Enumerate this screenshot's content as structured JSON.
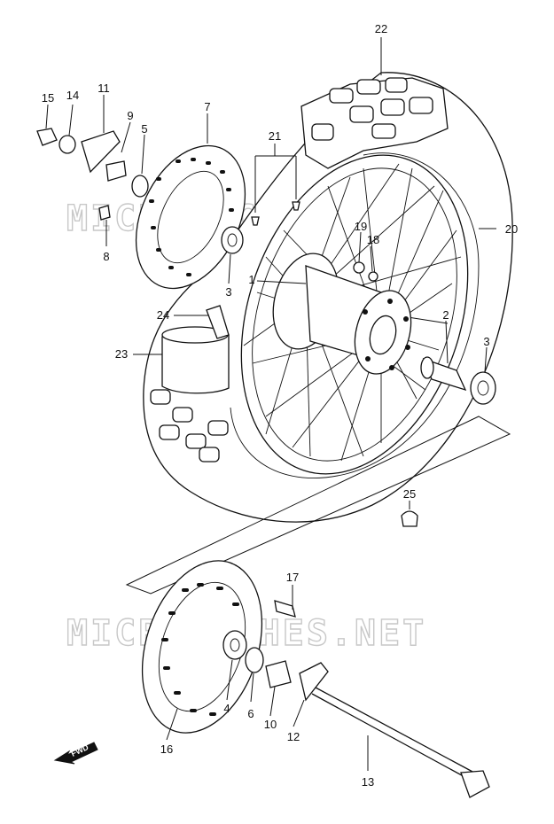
{
  "watermark": {
    "text": "MICROFICHES.NET"
  },
  "fwd_arrow": {
    "text": "FWD"
  },
  "callouts": [
    "1",
    "2",
    "3",
    "3",
    "4",
    "5",
    "6",
    "7",
    "8",
    "9",
    "10",
    "11",
    "12",
    "13",
    "14",
    "15",
    "16",
    "17",
    "18",
    "19",
    "20",
    "21",
    "22",
    "23",
    "24",
    "25"
  ]
}
